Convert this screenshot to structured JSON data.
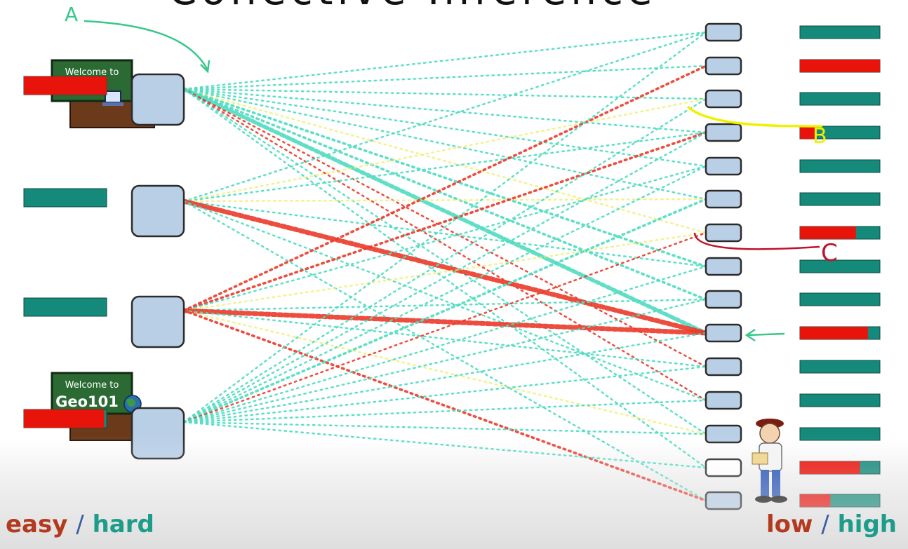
{
  "title": "Collective Inference",
  "left_bar_colors": [
    {
      "red": 1.0
    },
    {
      "red": 0.0
    },
    {
      "red": 0.0
    },
    {
      "red": 0.97
    }
  ],
  "right_bar_colors": [
    {
      "red": 0.0
    },
    {
      "red": 1.0
    },
    {
      "red": 0.0
    },
    {
      "red": 0.2
    },
    {
      "red": 0.0
    },
    {
      "red": 0.0
    },
    {
      "red": 0.7
    },
    {
      "red": 0.0
    },
    {
      "red": 0.0
    },
    {
      "red": 0.85
    },
    {
      "red": 0.0
    },
    {
      "red": 0.0
    },
    {
      "red": 0.0
    },
    {
      "red": 0.75
    },
    {
      "red": 0.38
    }
  ],
  "signs": [
    {
      "line1": "Welcome to",
      "line2": ""
    },
    {
      "line1": "Welcome to",
      "line2": "Geo101"
    }
  ],
  "annotations": {
    "a": "A",
    "b": "B",
    "c": "C"
  },
  "legend": {
    "left_easy": "easy",
    "left_sep": "/",
    "left_hard": "hard",
    "right_low": "low",
    "right_sep": "/",
    "right_high": "high"
  },
  "colors": {
    "red": "#e8140c",
    "teal": "#158a7a",
    "node_fill": "#b9cfe6",
    "node_stroke": "#2b2b2b",
    "edge_teal": "#4fdcc0",
    "edge_red": "#ea3a2a",
    "edge_yellow": "#eeee66"
  },
  "icons": [
    "welcome-sign-desk-icon",
    "computer-icon",
    "globe-icon",
    "student-figure-icon"
  ]
}
